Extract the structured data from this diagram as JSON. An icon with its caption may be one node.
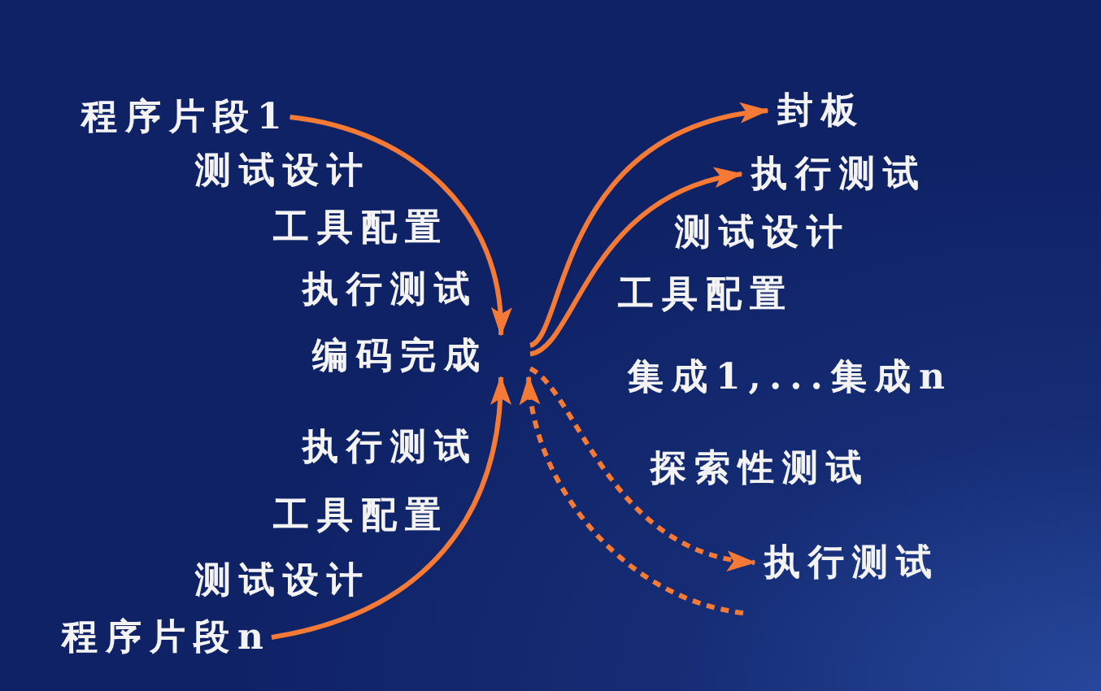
{
  "diagram": {
    "nodes": [
      {
        "text": [
          "程序片段1"
        ]
      },
      {
        "text": [
          "编码完成"
        ]
      },
      {
        "text": [
          "程序片段n"
        ]
      },
      {
        "text": [
          "封板"
        ]
      },
      {
        "text": [
          "执行测试"
        ]
      },
      {
        "text": [
          "执行测试"
        ]
      }
    ],
    "edges": [
      {
        "from": 0,
        "to": 1,
        "arrow": "to"
      },
      {
        "from": 2,
        "to": 1,
        "arrow": "to"
      },
      {
        "from": 1,
        "to": 3,
        "arrow": "to"
      },
      {
        "from": 1,
        "to": 4,
        "arrow": "to"
      },
      {
        "from": 1,
        "to": 5,
        "arrow": "to",
        "style": "dashed"
      },
      {
        "from": null,
        "to": 1,
        "arrow": "to",
        "style": "dashed"
      }
    ],
    "labels": [
      "测试设计",
      "工具配置",
      "执行测试",
      "执行测试",
      "工具配置",
      "测试设计",
      "测试设计",
      "工具配置",
      "集成1,...集成n",
      "探索性测试"
    ]
  }
}
